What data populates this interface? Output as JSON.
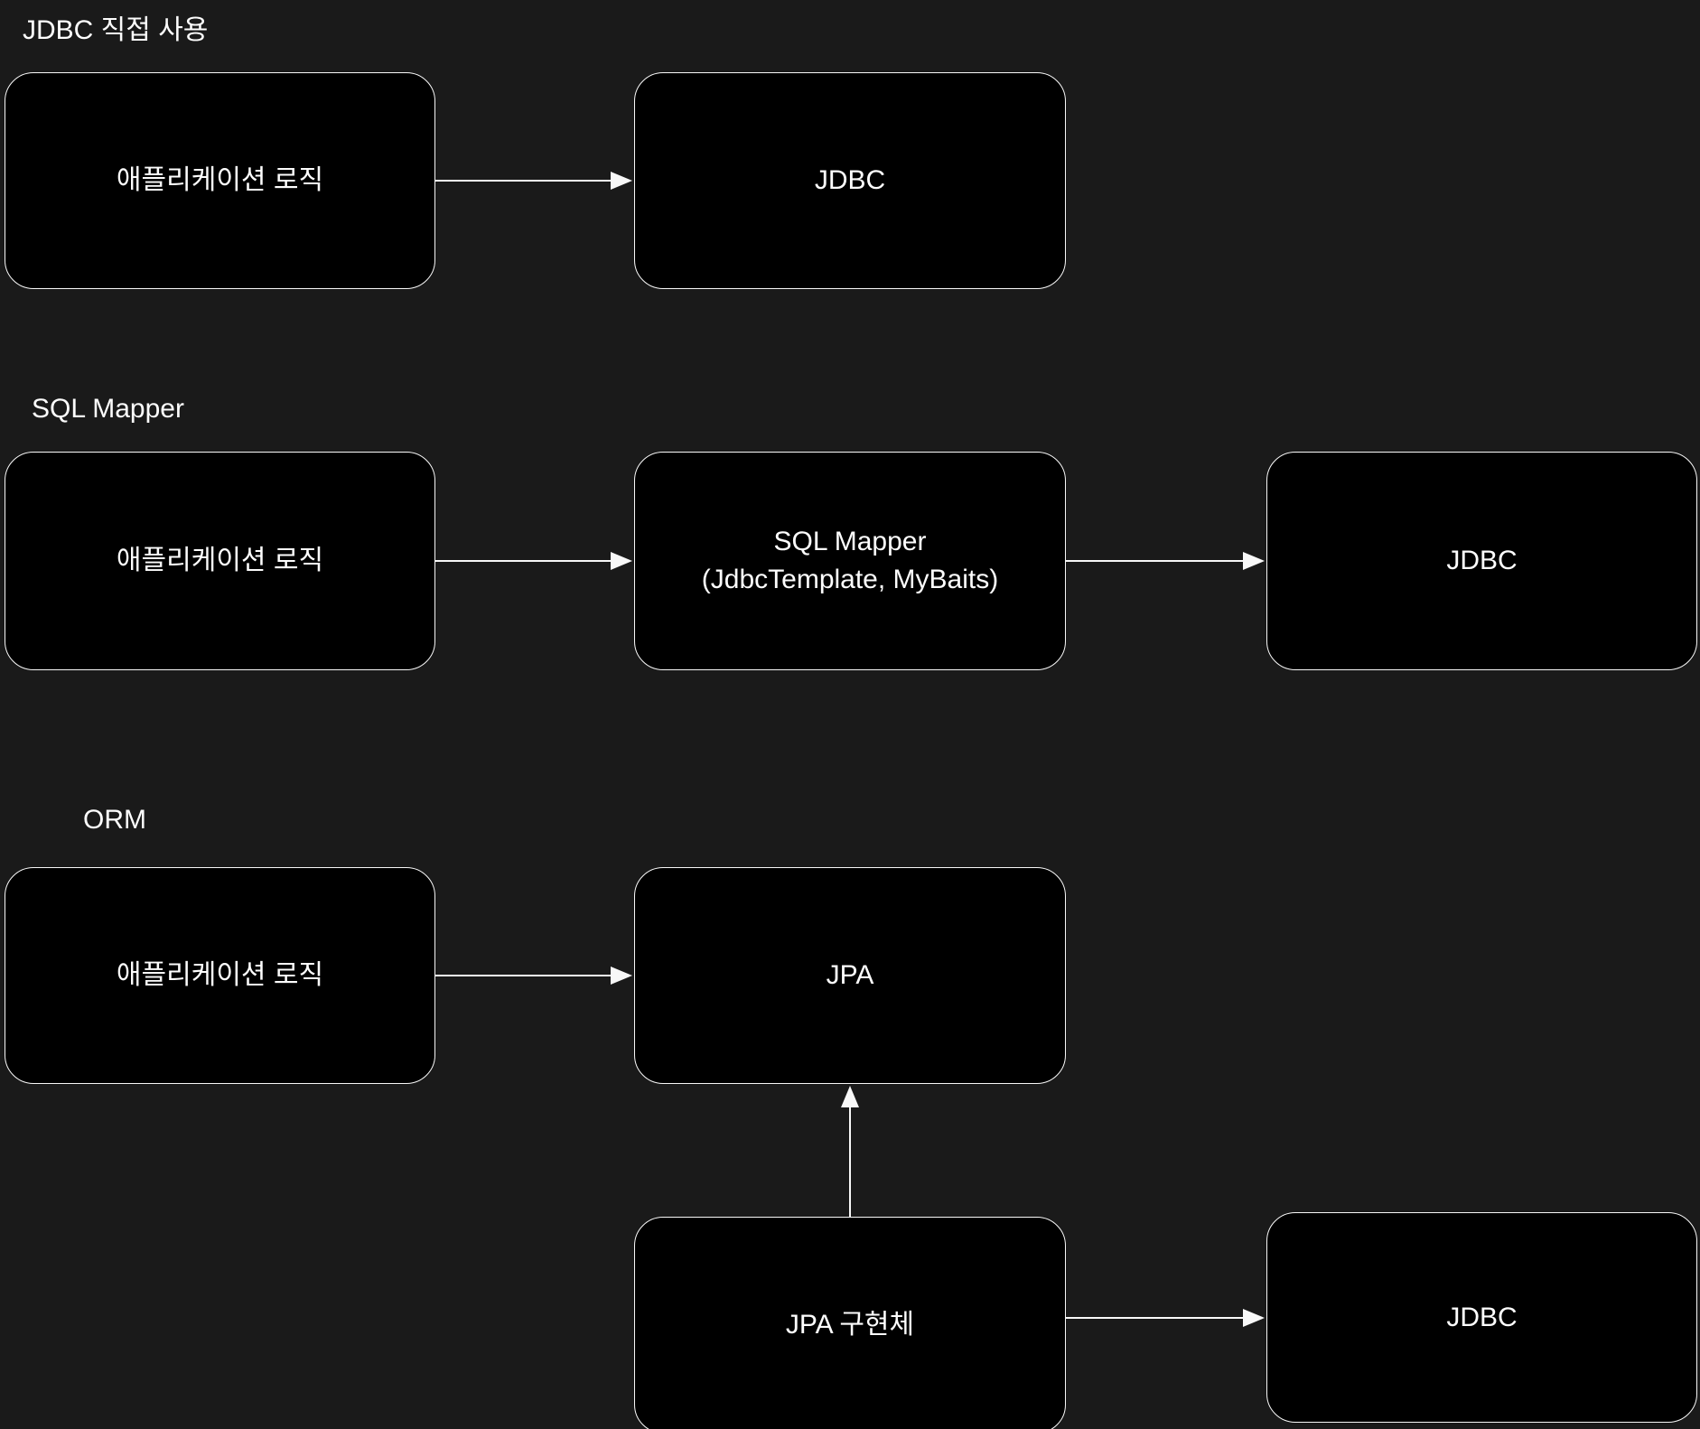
{
  "colors": {
    "background": "#1a1a1a",
    "box_fill": "#000000",
    "stroke": "#ffffff",
    "text": "#ffffff"
  },
  "sections": {
    "jdbc_direct": {
      "title": "JDBC 직접 사용",
      "app_logic_label": "애플리케이션 로직",
      "jdbc_label": "JDBC"
    },
    "sql_mapper": {
      "title": "SQL Mapper",
      "app_logic_label": "애플리케이션 로직",
      "mapper_line1": "SQL Mapper",
      "mapper_line2": "(JdbcTemplate, MyBaits)",
      "jdbc_label": "JDBC"
    },
    "orm": {
      "title": "ORM",
      "app_logic_label": "애플리케이션 로직",
      "jpa_label": "JPA",
      "jpa_impl_label": "JPA 구현체",
      "jdbc_label": "JDBC"
    }
  }
}
